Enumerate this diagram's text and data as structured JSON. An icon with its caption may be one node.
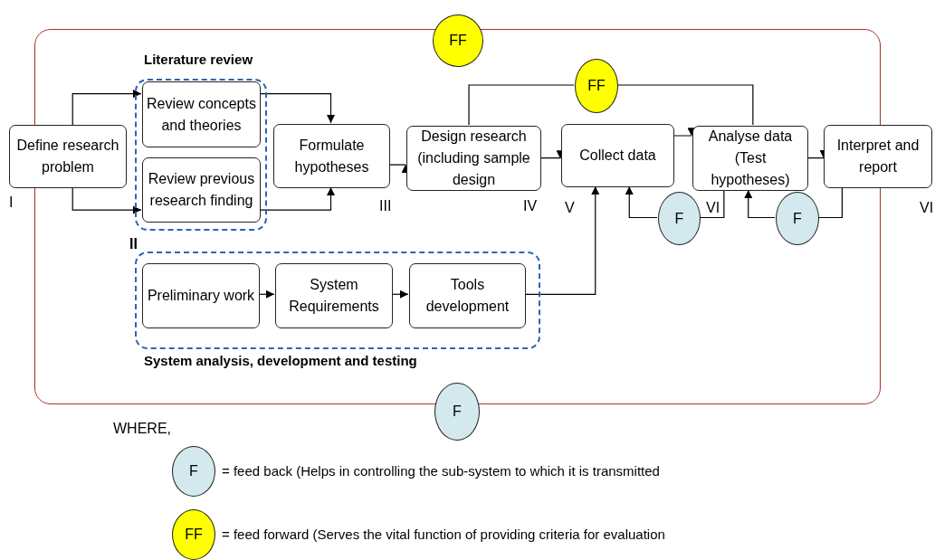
{
  "diagram": {
    "nodes": [
      {
        "text": [],
        "shape": "box"
      },
      {
        "text": [
          "FF"
        ]
      },
      {
        "text": [
          "Literature review"
        ],
        "in": 0
      },
      {
        "text": [
          "Define research problem"
        ]
      },
      {
        "text": [
          "Review concepts and theories"
        ],
        "in": 2
      },
      {
        "text": [
          "Review previous research finding"
        ],
        "in": 2
      },
      {
        "text": [
          "Formulate hypotheses"
        ],
        "in": 0
      },
      {
        "text": [
          "Design research (including sample design"
        ],
        "in": 0
      },
      {
        "text": [
          "FF"
        ],
        "in": 0
      },
      {
        "text": [
          "Collect data"
        ],
        "in": 0
      },
      {
        "text": [
          "Analyse data (Test hypotheses)"
        ],
        "in": 0
      },
      {
        "text": [
          "F"
        ],
        "in": 0
      },
      {
        "text": [
          "F"
        ],
        "in": 0
      },
      {
        "text": [
          "Interpret and report"
        ]
      },
      {
        "text": [
          "System analysis, development and testing"
        ],
        "in": 0
      },
      {
        "text": [
          "Preliminary work"
        ],
        "in": 14
      },
      {
        "text": [
          "System Requirements"
        ],
        "in": 14
      },
      {
        "text": [
          "Tools development"
        ],
        "in": 14
      },
      {
        "text": [
          "F"
        ]
      },
      {
        "text": [
          "F"
        ],
        "beside": [
          "= feed back (Helps in controlling the sub-system to which it is transmitted"
        ]
      },
      {
        "text": [
          "FF"
        ],
        "beside": [
          "= feed forward (Serves the vital function of providing criteria for evaluation"
        ]
      }
    ],
    "edges": [
      {
        "from": 3,
        "to": 4,
        "arrow": "to"
      },
      {
        "from": 3,
        "to": 5,
        "arrow": "to"
      },
      {
        "from": 4,
        "to": 6,
        "arrow": "to"
      },
      {
        "from": 5,
        "to": 6,
        "arrow": "to"
      },
      {
        "from": 6,
        "to": 7,
        "arrow": "to"
      },
      {
        "from": 7,
        "to": 9,
        "arrow": "to"
      },
      {
        "from": 9,
        "to": 10,
        "arrow": "to"
      },
      {
        "from": 10,
        "to": 13,
        "arrow": "to"
      },
      {
        "from": 15,
        "to": 16,
        "arrow": "to"
      },
      {
        "from": 16,
        "to": 17,
        "arrow": "to"
      },
      {
        "from": 17,
        "to": 9,
        "arrow": "to"
      },
      {
        "from": 7,
        "to": 8,
        "arrow": "none"
      },
      {
        "from": 8,
        "to": 10,
        "arrow": "none"
      },
      {
        "from": 10,
        "to": 11,
        "arrow": "none"
      },
      {
        "from": 11,
        "to": 9,
        "arrow": "to"
      },
      {
        "from": 13,
        "to": 12,
        "arrow": "none"
      },
      {
        "from": 12,
        "to": 10,
        "arrow": "to"
      }
    ],
    "labels": [
      "I",
      "III",
      "IV",
      "V",
      "VI",
      "VI",
      "II",
      "WHERE,"
    ]
  }
}
